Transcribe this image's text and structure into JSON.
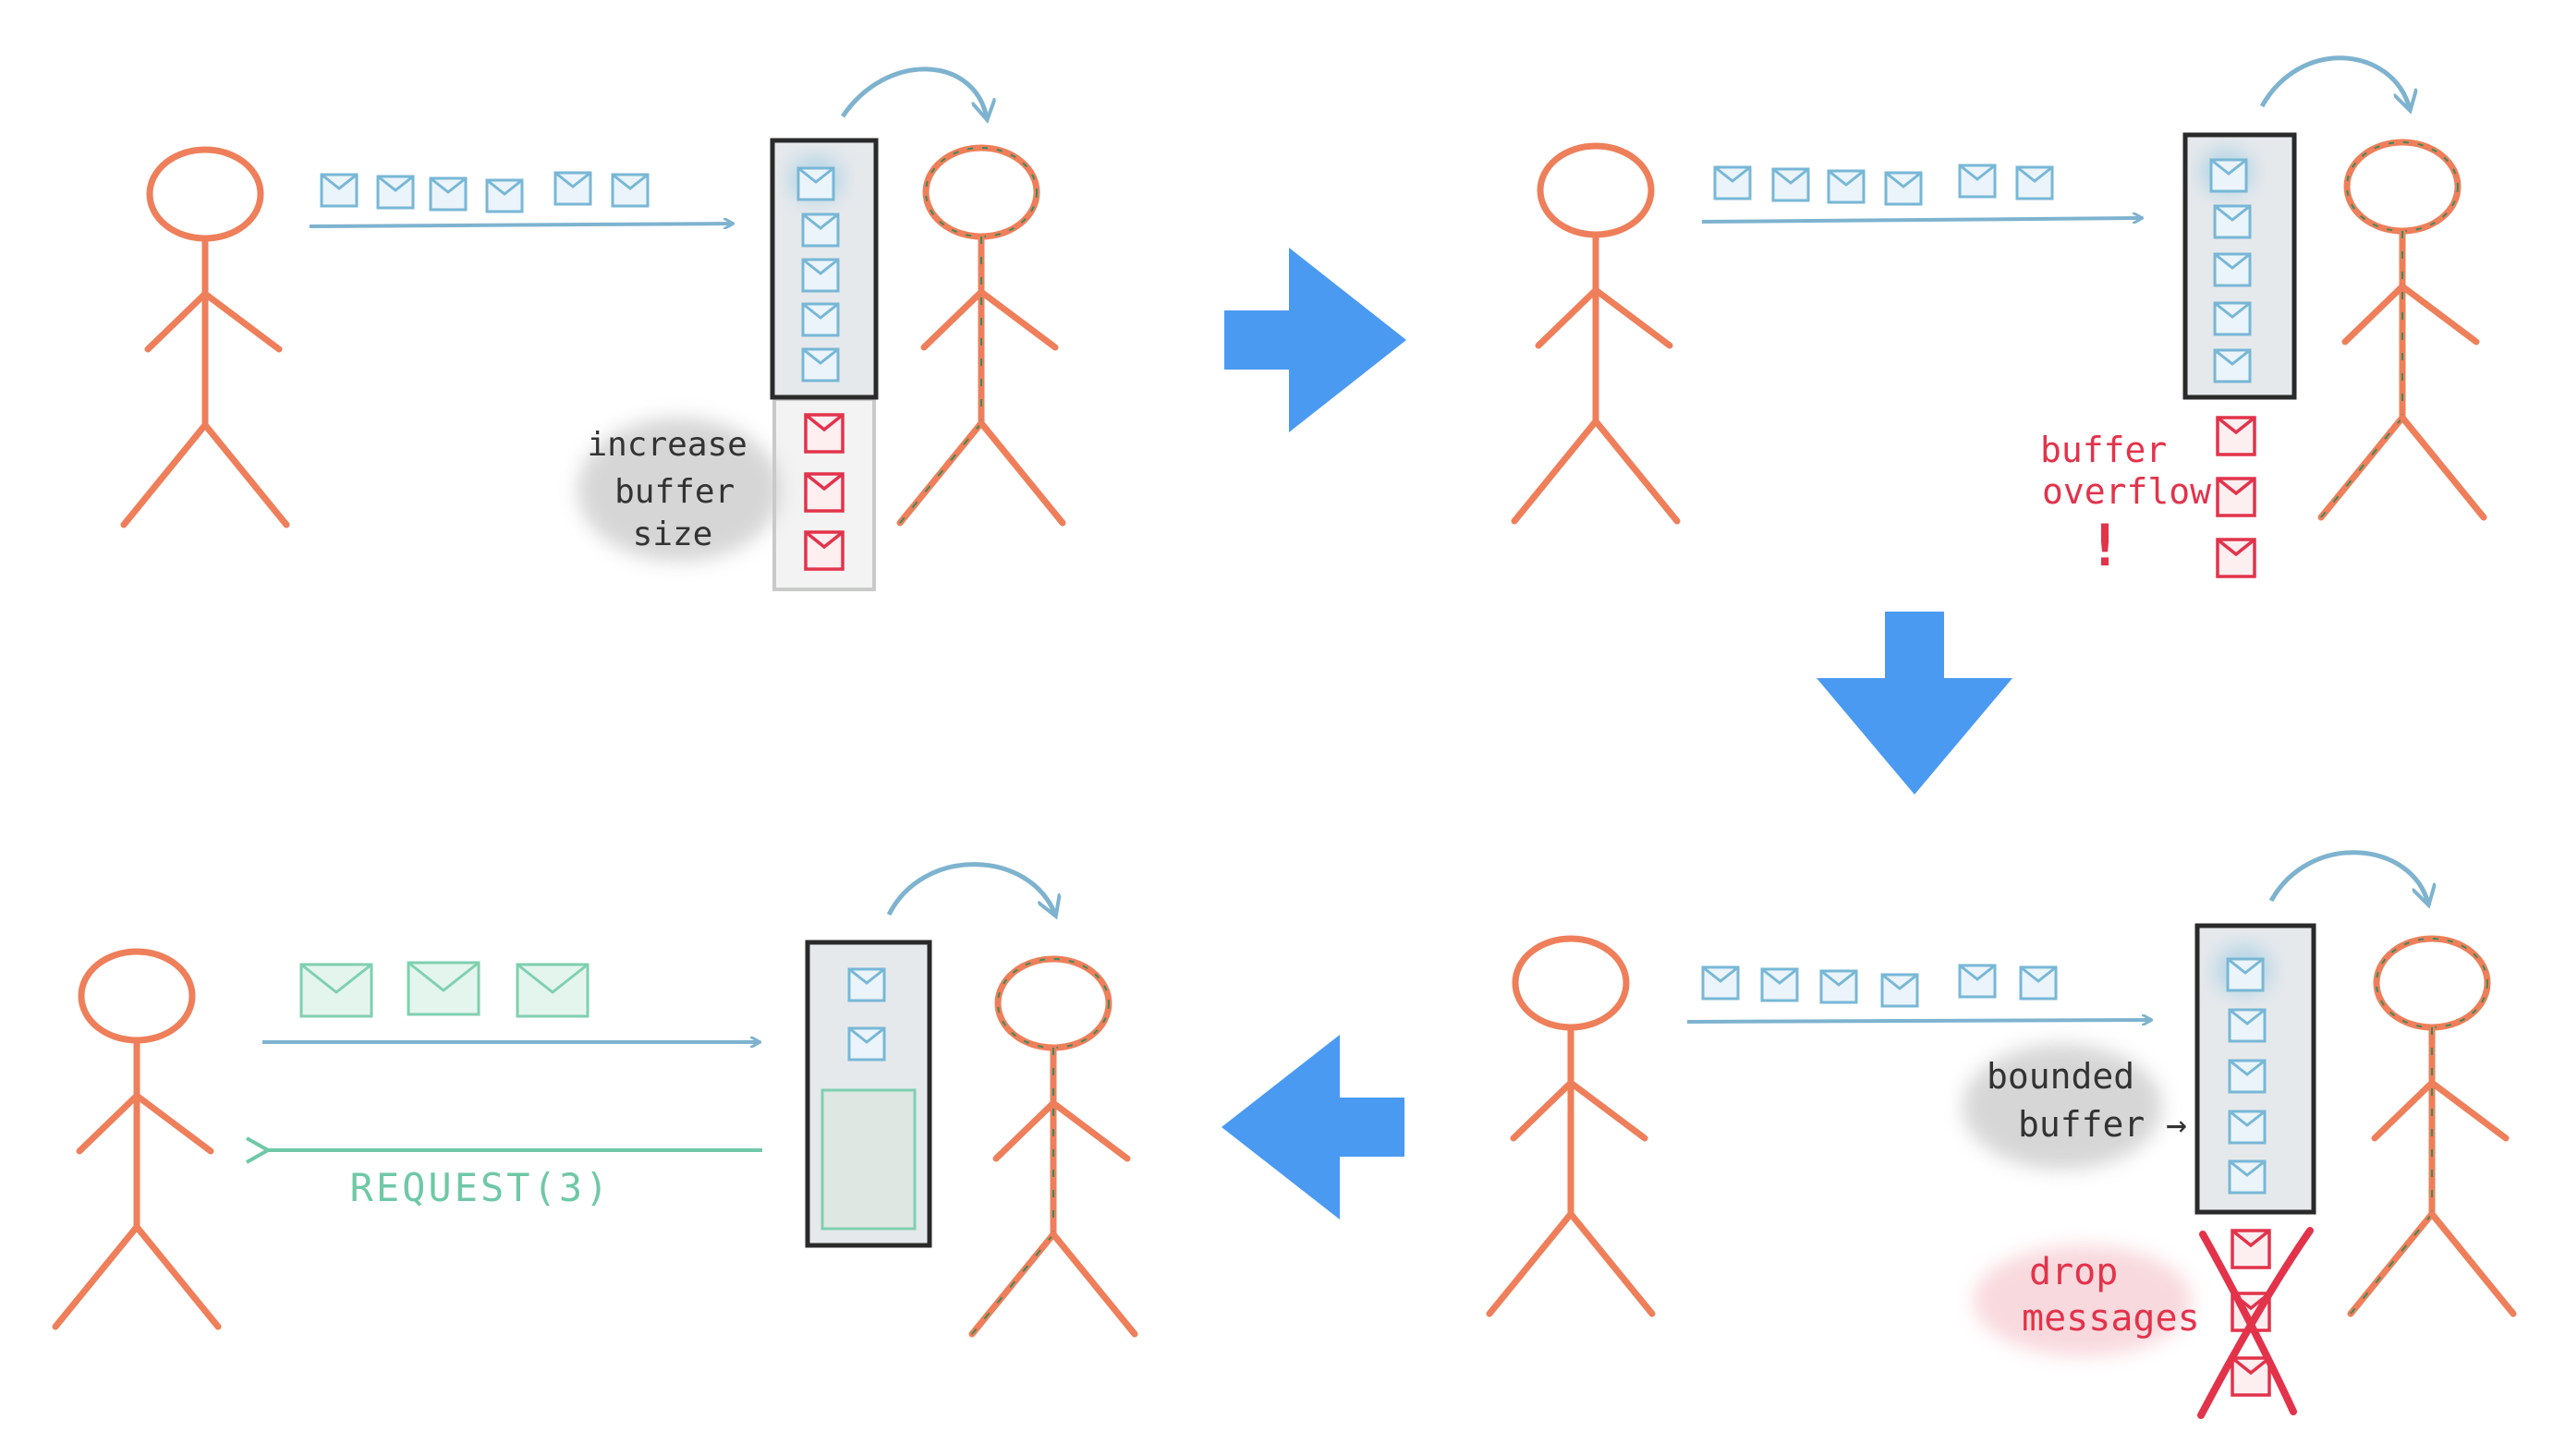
{
  "panels": [
    {
      "id": "increase-buffer",
      "note_lines": [
        "increase",
        "buffer",
        "size"
      ]
    },
    {
      "id": "buffer-overflow",
      "note_lines": [
        "buffer",
        "overflow"
      ],
      "alert_mark": "!"
    },
    {
      "id": "bounded-buffer",
      "note_lines": [
        "bounded",
        "buffer →"
      ],
      "drop_lines": [
        "drop",
        "messages"
      ]
    },
    {
      "id": "backpressure",
      "request_label": "REQUEST(3)"
    }
  ],
  "colors": {
    "person": "#ee7f5a",
    "person_accent": "#3e8a5c",
    "message": "#78b7d6",
    "message_fill": "#eaf4fa",
    "flow_arrow": "#7eb3cf",
    "error": "#e2334b",
    "request": "#6fc8a6",
    "buffer_border": "#2a2a2a",
    "buffer_fill": "#e6e9ec",
    "transition_arrow": "#4a9af2",
    "smudge": "#c9c9c9"
  }
}
